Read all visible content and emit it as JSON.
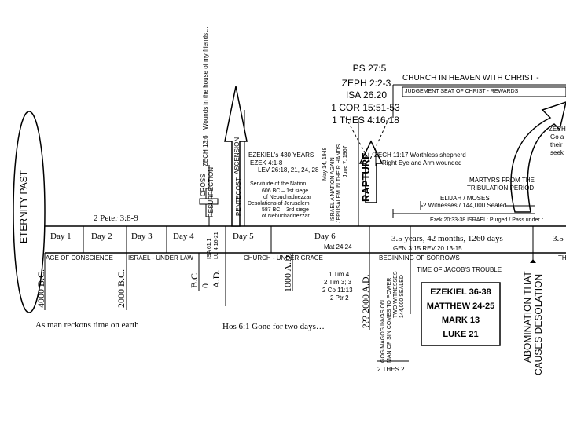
{
  "eternity_past": "ETERNITY PAST",
  "peter_ref": "2 Peter 3:8-9",
  "days": [
    "Day 1",
    "Day 2",
    "Day 3",
    "Day 4",
    "Day 5",
    "Day 6"
  ],
  "mat_ref": "Mat 24:24",
  "dates": {
    "b4000": "4000 B.C.",
    "b2000": "2000 B.C.",
    "bc0": "B.C.\n0\nA.D.",
    "ad1000": "1000 A.D.",
    "ad2000": "??? 2000 A.D."
  },
  "ages": {
    "conscience": "AGE OF CONSCIENCE",
    "law": "ISRAEL - UNDER LAW",
    "grace": "CHURCH - UNDER GRACE",
    "sorrows": "BEGINNING OF SORROWS",
    "jacobs": "TIME OF JACOB'S TROUBLE",
    "th": "TH"
  },
  "bottom_left": "As man reckons time on earth",
  "hos": "Hos 6:1  Gone for two days…",
  "isa_lu": "ISA 61:1\nLU 4:16-21",
  "tim_refs": [
    "1 Tim 4",
    "2 Tim 3; 3",
    "2 Co 11:13",
    "2 Ptr 2"
  ],
  "cross": "CROSS",
  "resurrection": "RESURRECTION",
  "zech136": "ZECH 13:6",
  "wounds": "Wounds in the house of my friends…",
  "pentecost": "PENTECOST",
  "ascension": "ASCENSION",
  "ezekiel_years": [
    "EZEKIEL's 430 YEARS",
    "EZEK 4:1-8",
    "LEV 26:18, 21, 24, 28"
  ],
  "servitude": [
    "Servitude of the Nation",
    "606 BC – 1st siege",
    "of Nebuchadnezzar",
    "Desolations of Jerusalem",
    "587 BC – 3rd siege",
    "of Nebuchadnezzar"
  ],
  "may1948": "May 14, 1948",
  "israel_nation": "ISRAEL A NATION AGAIN",
  "jerusalem_hands": "JERUSALEM IN THEIR HANDS",
  "june1967": "June 7, 1967",
  "rapture": "RAPTURE",
  "ps_refs": [
    "PS 27:5",
    "ZEPH 2:2-3",
    "ISA 26.20",
    "1 COR 15:51-53",
    "1 THES 4:16-18"
  ],
  "church_heaven": "CHURCH IN HEAVEN WITH CHRIST -",
  "judgement": "JUDGEMENT SEAT OF CHRIST - REWARDS",
  "zech1117": [
    "ZECH 11:17 Worthless shepherd",
    "Right Eye and Arm wounded"
  ],
  "zech_right": [
    "ZECH",
    "Go a",
    "their",
    "seek"
  ],
  "martyrs": [
    "MARTYRS FROM THE",
    "TRIBULATION PERIOD"
  ],
  "elijah": "ELIJAH / MOSES",
  "witnesses": "2 Witnesses / 144,000 Sealed",
  "ezek2033": "Ezek 20:33-38   ISRAEL:  Purged / Pass under r",
  "years": "3.5 years, 42 months, 1260 days",
  "years_right": "3.5",
  "gen_rev": "GEN 3:15    REV 20.13-15",
  "gog": "GOG/MAGOG INVASION",
  "man_of_sin": "MAN OF SIN COMES TO POWER",
  "two_witnesses": "TWO WITNESSES",
  "sealed": "144,000 SEALED",
  "prophecy_refs": [
    "EZEKIEL 36-38",
    "MATTHEW 24-25",
    "MARK 13",
    "LUKE 21"
  ],
  "abomination": "ABOMINATION THAT",
  "causes": "CAUSES DESOLATION",
  "thes2": "2 THES 2"
}
